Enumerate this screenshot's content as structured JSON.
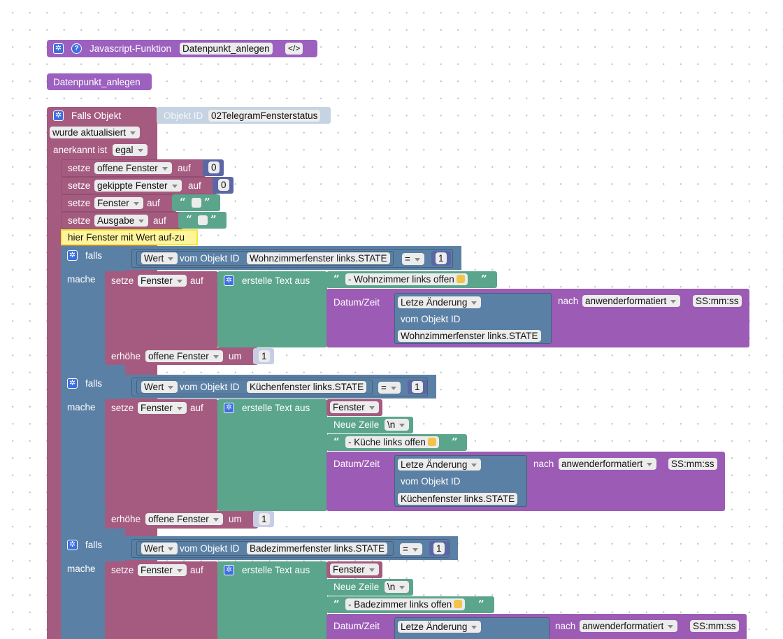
{
  "func_def": {
    "label": "Javascript-Funktion",
    "name": "Datenpunkt_anlegen",
    "code_icon": "</>"
  },
  "func_call": {
    "label": "Datenpunkt_anlegen"
  },
  "trigger": {
    "label": "Falls Objekt",
    "object_id_label": "Objekt ID",
    "object_id": "02TelegramFensterstatus",
    "event": "wurde aktualisiert",
    "ack_label": "anerkannt ist",
    "ack_value": "egal"
  },
  "sets": [
    {
      "set": "setze",
      "var": "offene Fenster",
      "on": "auf",
      "value": "0"
    },
    {
      "set": "setze",
      "var": "gekippte Fenster",
      "on": "auf",
      "value": "0"
    },
    {
      "set": "setze",
      "var": "Fenster",
      "on": "auf"
    },
    {
      "set": "setze",
      "var": "Ausgabe",
      "on": "auf"
    }
  ],
  "comment": "hier Fenster mit Wert auf-zu",
  "common": {
    "falls": "falls",
    "mache": "mache",
    "wert": "Wert",
    "vom_objekt_id": "vom Objekt ID",
    "eq": "=",
    "one": "1",
    "setze": "setze",
    "fenster": "Fenster",
    "auf": "auf",
    "erstelle_text": "erstelle Text aus",
    "datum_zeit": "Datum/Zeit",
    "letzte_aenderung": "Letze Änderung",
    "vom_objekt_id2": "vom Objekt ID",
    "nach": "nach",
    "format": "anwenderformatiert",
    "format_str": "SS:mm:ss",
    "erhoehe": "erhöhe",
    "offene_fenster": "offene Fenster",
    "um": "um",
    "neue_zeile": "Neue Zeile",
    "newline": "\\n"
  },
  "if1": {
    "object": "Wohnzimmerfenster links.STATE",
    "text": "- Wohnzimmer links offen"
  },
  "if2": {
    "object": "Küchenfenster links.STATE",
    "text": "- Küche links offen"
  },
  "if3": {
    "object": "Badezimmerfenster links.STATE",
    "text": "- Badezimmer links offen"
  },
  "colors": {
    "function": "#9c60bf",
    "trigger": "#a55b80",
    "logic": "#5b80a5",
    "text": "#5ba58c",
    "datetime": "#9c5bb5",
    "math": "#5b67a5",
    "comment": "#fef49c"
  }
}
